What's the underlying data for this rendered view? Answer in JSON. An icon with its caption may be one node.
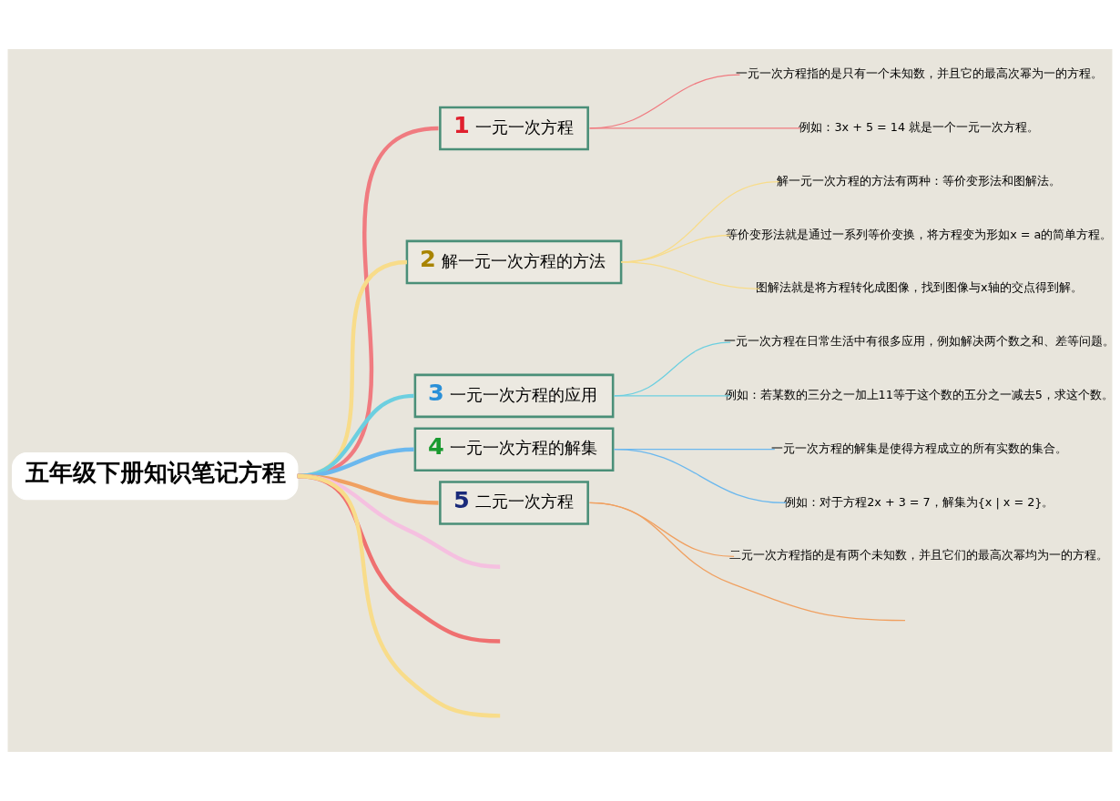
{
  "diagram": {
    "nodes": [
      {
        "text": [
          "五年级下册知识笔记方程"
        ]
      },
      {
        "text": [
          "1",
          "一元一次方程"
        ]
      },
      {
        "text": [
          "一元一次方程指的是只有一个未知数，并且它的最高次幂为一的方程。"
        ]
      },
      {
        "text": [
          "例如：3x + 5 = 14 就是一个一元一次方程。"
        ]
      },
      {
        "text": [
          "2",
          "解一元一次方程的方法"
        ]
      },
      {
        "text": [
          "解一元一次方程的方法有两种：等价变形法和图解法。"
        ]
      },
      {
        "text": [
          "等价变形法就是通过一系列等价变换，将方程变为形如x = a的简单方程。"
        ]
      },
      {
        "text": [
          "图解法就是将方程转化成图像，找到图像与x轴的交点得到解。"
        ]
      },
      {
        "text": [
          "3",
          "一元一次方程的应用"
        ]
      },
      {
        "text": [
          "一元一次方程在日常生活中有很多应用，例如解决两个数之和、差等问题。"
        ]
      },
      {
        "text": [
          "例如：若某数的三分之一加上11等于这个数的五分之一减去5，求这个数。"
        ]
      },
      {
        "text": [
          "4",
          "一元一次方程的解集"
        ]
      },
      {
        "text": [
          "一元一次方程的解集是使得方程成立的所有实数的集合。"
        ]
      },
      {
        "text": [
          "例如：对于方程2x + 3 = 7，解集为{x | x = 2}。"
        ]
      },
      {
        "text": [
          "5",
          "二元一次方程"
        ]
      },
      {
        "text": [
          "二元一次方程指的是有两个未知数，并且它们的最高次幂均为一的方程。"
        ]
      }
    ],
    "edges": [
      {
        "from": 0,
        "to": 1,
        "arrow": "none",
        "style": "thick",
        "color": "#f07b80"
      },
      {
        "from": 0,
        "to": 4,
        "arrow": "none",
        "style": "thick",
        "color": "#f8dc8a"
      },
      {
        "from": 0,
        "to": 8,
        "arrow": "none",
        "style": "thick",
        "color": "#6ccfe0"
      },
      {
        "from": 0,
        "to": 11,
        "arrow": "none",
        "style": "thick",
        "color": "#6bb8ee"
      },
      {
        "from": 0,
        "to": 14,
        "arrow": "none",
        "style": "thick",
        "color": "#f0a060"
      },
      {
        "from": 0,
        "to": null,
        "arrow": "none",
        "style": "thick",
        "color": "#f8dc8a"
      },
      {
        "from": 0,
        "to": null,
        "arrow": "none",
        "style": "thick",
        "color": "#ef7070"
      },
      {
        "from": 0,
        "to": null,
        "arrow": "none",
        "style": "thick",
        "color": "#f5c0e0"
      },
      {
        "from": 1,
        "to": 2,
        "arrow": "none",
        "color": "#f07b80"
      },
      {
        "from": 1,
        "to": 3,
        "arrow": "none",
        "color": "#f07b80"
      },
      {
        "from": 4,
        "to": 5,
        "arrow": "none",
        "color": "#f8dc8a"
      },
      {
        "from": 4,
        "to": 6,
        "arrow": "none",
        "color": "#f8dc8a"
      },
      {
        "from": 4,
        "to": 7,
        "arrow": "none",
        "color": "#f8dc8a"
      },
      {
        "from": 8,
        "to": 9,
        "arrow": "none",
        "color": "#6ccfe0"
      },
      {
        "from": 8,
        "to": 10,
        "arrow": "none",
        "color": "#6ccfe0"
      },
      {
        "from": 11,
        "to": 12,
        "arrow": "none",
        "color": "#6bb8ee"
      },
      {
        "from": 11,
        "to": 13,
        "arrow": "none",
        "color": "#6bb8ee"
      },
      {
        "from": 14,
        "to": 15,
        "arrow": "none",
        "color": "#f0a060"
      },
      {
        "from": 14,
        "to": null,
        "arrow": "none",
        "color": "#f0a060"
      }
    ]
  }
}
